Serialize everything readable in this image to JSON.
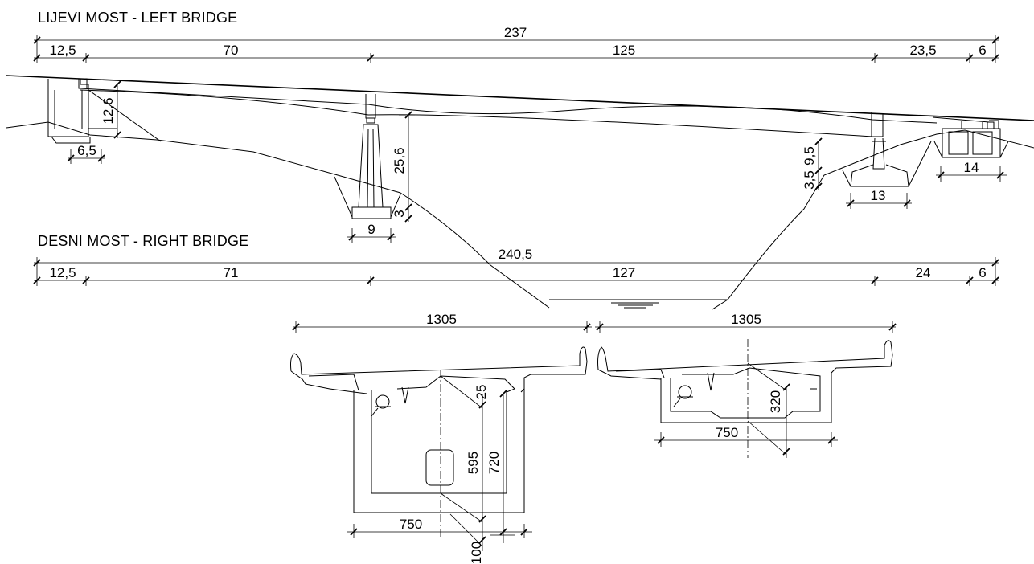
{
  "headings": {
    "left_bridge": "LIJEVI MOST - LEFT BRIDGE",
    "right_bridge": "DESNI MOST - RIGHT BRIDGE"
  },
  "left_bridge": {
    "total_length": "237",
    "spans": [
      "12,5",
      "70",
      "125",
      "23,5",
      "6"
    ],
    "abutment_left_height": "12,6",
    "abutment_left_footing": "6,5",
    "pier_height": "25,6",
    "pier_footing_depth": "3",
    "pier_footing_width": "9",
    "right_pier_height": "9,5",
    "right_pier_footing_depth": "3,5",
    "right_pier_footing_width": "13",
    "abutment_right_footing": "14"
  },
  "right_bridge": {
    "total_length": "240,5",
    "spans": [
      "12,5",
      "71",
      "127",
      "24",
      "6"
    ]
  },
  "cross_sections": {
    "support": {
      "deck_width": "1305",
      "box_width": "750",
      "web_height": "595",
      "total_height": "720",
      "top_dim": "25",
      "bottom_slab": "100"
    },
    "midspan": {
      "deck_width": "1305",
      "box_width": "750",
      "height": "320"
    }
  }
}
